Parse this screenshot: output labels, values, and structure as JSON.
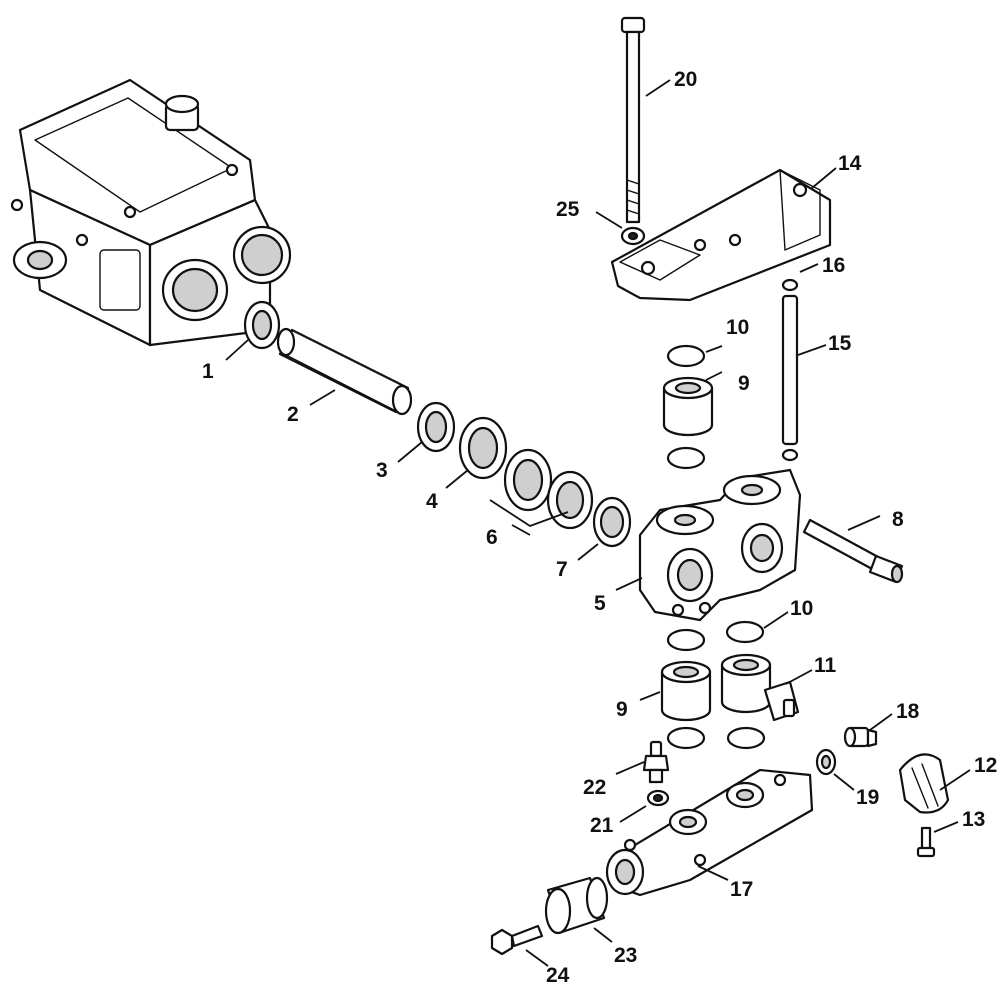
{
  "diagram": {
    "callouts": [
      {
        "id": "c1",
        "label": "1"
      },
      {
        "id": "c2",
        "label": "2"
      },
      {
        "id": "c3",
        "label": "3"
      },
      {
        "id": "c4",
        "label": "4"
      },
      {
        "id": "c5",
        "label": "5"
      },
      {
        "id": "c6",
        "label": "6"
      },
      {
        "id": "c7",
        "label": "7"
      },
      {
        "id": "c8",
        "label": "8"
      },
      {
        "id": "c9a",
        "label": "9"
      },
      {
        "id": "c9b",
        "label": "9"
      },
      {
        "id": "c10a",
        "label": "10"
      },
      {
        "id": "c10b",
        "label": "10"
      },
      {
        "id": "c11",
        "label": "11"
      },
      {
        "id": "c12",
        "label": "12"
      },
      {
        "id": "c13",
        "label": "13"
      },
      {
        "id": "c14",
        "label": "14"
      },
      {
        "id": "c15",
        "label": "15"
      },
      {
        "id": "c16",
        "label": "16"
      },
      {
        "id": "c17",
        "label": "17"
      },
      {
        "id": "c18",
        "label": "18"
      },
      {
        "id": "c19",
        "label": "19"
      },
      {
        "id": "c20",
        "label": "20"
      },
      {
        "id": "c21",
        "label": "21"
      },
      {
        "id": "c22",
        "label": "22"
      },
      {
        "id": "c23",
        "label": "23"
      },
      {
        "id": "c24",
        "label": "24"
      },
      {
        "id": "c25",
        "label": "25"
      }
    ]
  }
}
